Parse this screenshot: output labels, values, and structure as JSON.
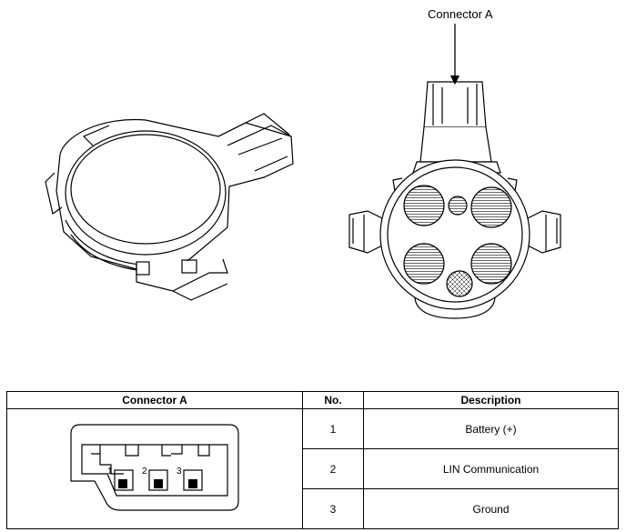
{
  "callout": {
    "label": "Connector A"
  },
  "table": {
    "headers": [
      "Connector A",
      "No.",
      "Description"
    ],
    "pin_numbers": [
      "1",
      "2",
      "3"
    ],
    "rows": [
      {
        "no": "1",
        "description": "Battery (+)"
      },
      {
        "no": "2",
        "description": "LIN Communication"
      },
      {
        "no": "3",
        "description": "Ground"
      }
    ]
  }
}
